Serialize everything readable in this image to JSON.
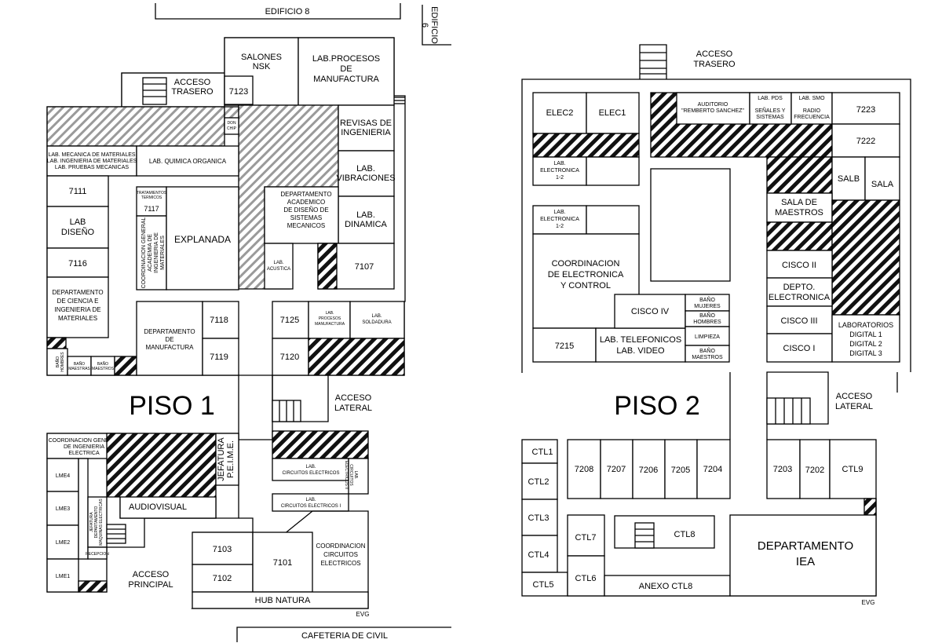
{
  "labels": {
    "edificio8": "EDIFICIO 8",
    "edificio6": "EDIFICIO 6",
    "acceso_trasero_1": "ACCESO TRASERO",
    "salones_nsk": "SALONES NSK",
    "r7123": "7123",
    "lab_procesos": "LAB.PROCESOS DE MANUFACTURA",
    "don_chip": "DON CHIP",
    "revisas": "REVISAS DE INGENIERIA",
    "lab_vibraciones": "LAB. VIBRACIONES",
    "lab_mecanica": "LAB. MECANICA DE MATERIALES LAB. INGENIERIA DE MATERIALES LAB. PRUEBAS MECANICAS",
    "lab_quimica": "LAB. QUIMICA ORGANICA",
    "depto_diseno": "DEPARTAMENTO ACADEMICO DE DISEÑO DE SISTEMAS MECANICOS",
    "lab_dinamica": "LAB. DINAMICA",
    "r7111": "7111",
    "tratamientos": "TRATAMIENTOS TERMICOS",
    "r7117": "7117",
    "coord_general": "COORDINACION GENERAL ACADEMIA DE INGENIERIA DE MATERIALES",
    "explanada": "EXPLANADA",
    "lab_diseno": "LAB DISEÑO",
    "r7116": "7116",
    "lab_acustica": "LAB. ACUSTICA",
    "r7107": "7107",
    "depto_ciencia": "DEPARTAMENTO DE CIENCIA E INGENIERIA DE MATERIALES",
    "depto_manufactura": "DEPARTAMENTO DE MANUFACTURA",
    "r7118": "7118",
    "r7119": "7119",
    "r7125": "7125",
    "lab_procesos_manuf": "LAB. PROCESOS MANUFACTURA",
    "lab_soldadura": "LAB. SOLDADURA",
    "r7120": "7120",
    "bano_hombres": "BAÑO HOMBRES",
    "bano_maestras": "BAÑO MAESTRAS",
    "bano_maestros": "BAÑO MAESTROS",
    "piso1": "PISO 1",
    "acceso_lateral_1": "ACCESO LATERAL",
    "coord_electrica": "COORDINACION GENERAL DE INGENIERIA ELECTRICA",
    "jefatura_pime": "JEFATURA P.E.I.M.E.",
    "lme4": "LME4",
    "lme3": "LME3",
    "lme2": "LME2",
    "lme1": "LME1",
    "jefatura_maquinas": "JEFATURA DEPARTAMENTO MAQUINAS ELECTRICAS",
    "recepcion": "RECEPCION",
    "audiovisual": "AUDIOVISUAL",
    "acceso_principal": "ACCESO PRINCIPAL",
    "lab_circuitos": "LAB. CIRCUITOS ELECTRICOS",
    "lab_circuitos_ii": "LAB. CIRCUITOS ELECTRICOS II",
    "lab_circuitos_i": "LAB. CIRCUITOS ELECTRICOS I",
    "r7103": "7103",
    "r7101": "7101",
    "r7102": "7102",
    "coord_circuitos": "COORDINACION CIRCUITOS ELECTRICOS",
    "hub_natura": "HUB NATURA",
    "evg": "EVG",
    "cafeteria": "CAFETERIA DE CIVIL",
    "acceso_trasero_2": "ACCESO TRASERO",
    "elec2": "ELEC2",
    "elec1": "ELEC1",
    "auditorio": "AUDITORIO \"REMBERTO SANCHEZ\"",
    "lab_pds": "LAB. PDS SEÑALES Y SISTEMAS",
    "lab_smo": "LAB. SMO RADIO FRECUENCIA",
    "r7223": "7223",
    "r7222": "7222",
    "lab_electronica_a": "LAB. ELECTRONICA 1-2",
    "lab_electronica_b": "LAB. ELECTRONICA 1-2",
    "salb": "SALB",
    "sala": "SALA",
    "sala_maestros": "SALA DE MAESTROS",
    "coord_electronica": "COORDINACION DE ELECTRONICA Y CONTROL",
    "cisco_ii": "CISCO II",
    "depto_electronica": "DEPTO. ELECTRONICA",
    "cisco_iv": "CISCO IV",
    "bano_mujeres": "BAÑO MUJERES",
    "bano_hombres_2": "BAÑO HOMBRES",
    "limpieza": "LIMPIEZA",
    "bano_maestros_2": "BAÑO MAESTROS",
    "cisco_iii": "CISCO III",
    "lab_digital": "LABORATORIOS DIGITAL 1 DIGITAL 2 DIGITAL 3",
    "r7215": "7215",
    "lab_telefonicos": "LAB. TELEFONICOS LAB. VIDEO",
    "cisco_i": "CISCO I",
    "piso2": "PISO 2",
    "acceso_lateral_2": "ACCESO LATERAL",
    "ctl1": "CTL1",
    "ctl2": "CTL2",
    "ctl3": "CTL3",
    "ctl4": "CTL4",
    "ctl5": "CTL5",
    "r7208": "7208",
    "r7207": "7207",
    "r7206": "7206",
    "r7205": "7205",
    "r7204": "7204",
    "r7203": "7203",
    "r7202": "7202",
    "ctl9": "CTL9",
    "ctl7": "CTL7",
    "ctl6": "CTL6",
    "ctl8": "CTL8",
    "anexo_ctl8": "ANEXO CTL8",
    "depto_iea": "DEPARTAMENTO IEA",
    "evg2": "EVG"
  }
}
